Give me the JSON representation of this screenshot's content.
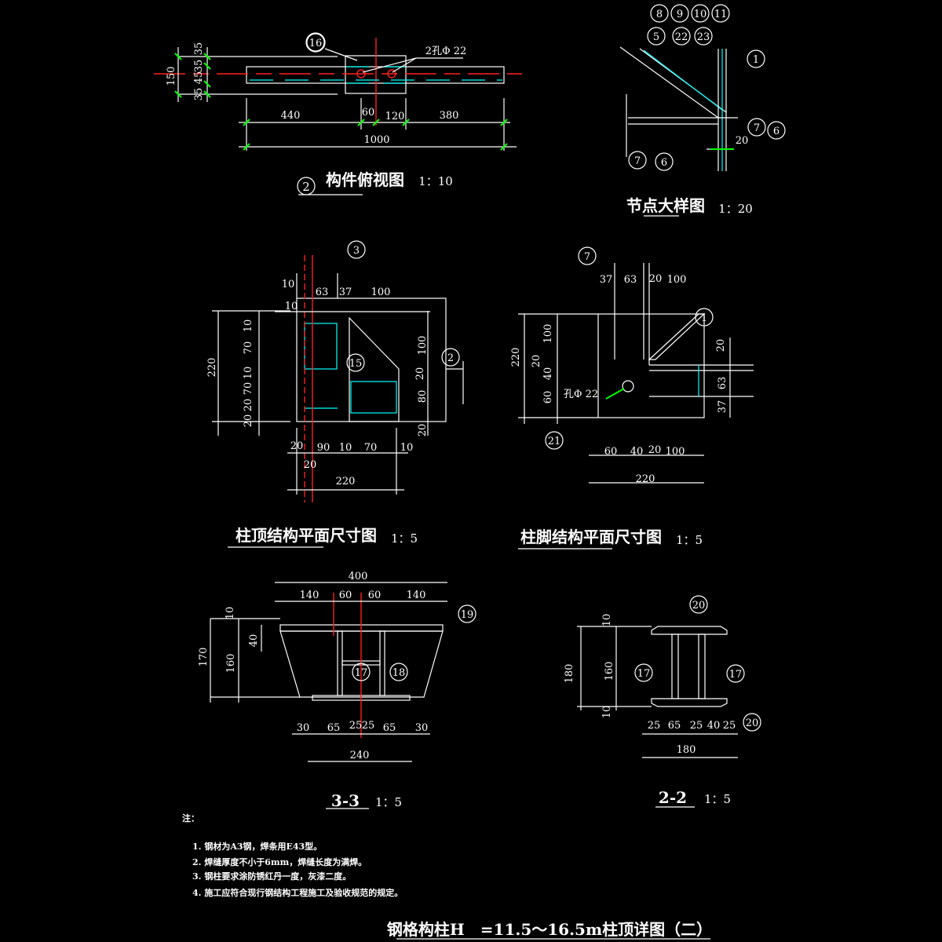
{
  "top_view": {
    "tag": "16",
    "hole": "2孔Φ 22",
    "left_dims": [
      "35",
      "35",
      "45",
      "35",
      "150"
    ],
    "bottom_dims": [
      "440",
      "60",
      "120",
      "380",
      "1000"
    ],
    "section_no": "2",
    "title": "构件俯视图",
    "scale": "1：10"
  },
  "node_detail": {
    "tags": [
      "8",
      "9",
      "10",
      "11",
      "5",
      "22",
      "23",
      "1",
      "7",
      "6",
      "7",
      "6"
    ],
    "dim": "20",
    "title": "节点大样图",
    "scale": "1：20"
  },
  "column_top": {
    "tags": [
      "3",
      "15",
      "2"
    ],
    "top_dims": [
      "10",
      "10",
      "63",
      "37",
      "100"
    ],
    "left_dims": [
      "220",
      "10",
      "70",
      "10",
      "70",
      "20",
      "20"
    ],
    "right_dims": [
      "100",
      "20",
      "80",
      "20"
    ],
    "bottom_dims": [
      "20",
      "90",
      "10",
      "70",
      "10",
      "20",
      "220"
    ],
    "title": "柱顶结构平面尺寸图",
    "scale": "1：5"
  },
  "column_foot": {
    "tags": [
      "7",
      "1",
      "21"
    ],
    "top_dims": [
      "37",
      "63",
      "20",
      "100"
    ],
    "left_dims": [
      "220",
      "100",
      "20",
      "40",
      "60"
    ],
    "right_dims": [
      "20",
      "63",
      "37"
    ],
    "hole": "孔Φ 22",
    "bottom_dims": [
      "60",
      "40",
      "20",
      "100",
      "220"
    ],
    "title": "柱脚结构平面尺寸图",
    "scale": "1：5"
  },
  "section_3_3": {
    "top_dims": [
      "400",
      "140",
      "60",
      "60",
      "140"
    ],
    "tags": [
      "19",
      "17",
      "18"
    ],
    "left_dims": [
      "10",
      "40",
      "160",
      "170"
    ],
    "bottom_dims": [
      "30",
      "65",
      "25",
      "25",
      "65",
      "30",
      "240"
    ],
    "title": "3-3",
    "scale": "1：5"
  },
  "section_2_2": {
    "tags": [
      "20",
      "17",
      "17",
      "20"
    ],
    "left_dims": [
      "10",
      "160",
      "10",
      "180"
    ],
    "bottom_dims": [
      "25",
      "65",
      "25",
      "40",
      "25",
      "180"
    ],
    "title": "2-2",
    "scale": "1：5"
  },
  "notes": {
    "heading": "注：",
    "items": [
      "1. 钢材为A3钢，焊条用E43型。",
      "2. 焊缝厚度不小于6mm，焊缝长度为满焊。",
      "3. 钢柱要求涂防锈红丹一度，灰漆二度。",
      "4. 施工应符合现行钢结构工程施工及验收规范的规定。"
    ]
  },
  "main_title": "钢格构柱H　=11.5～16.5m柱顶详图（二）"
}
